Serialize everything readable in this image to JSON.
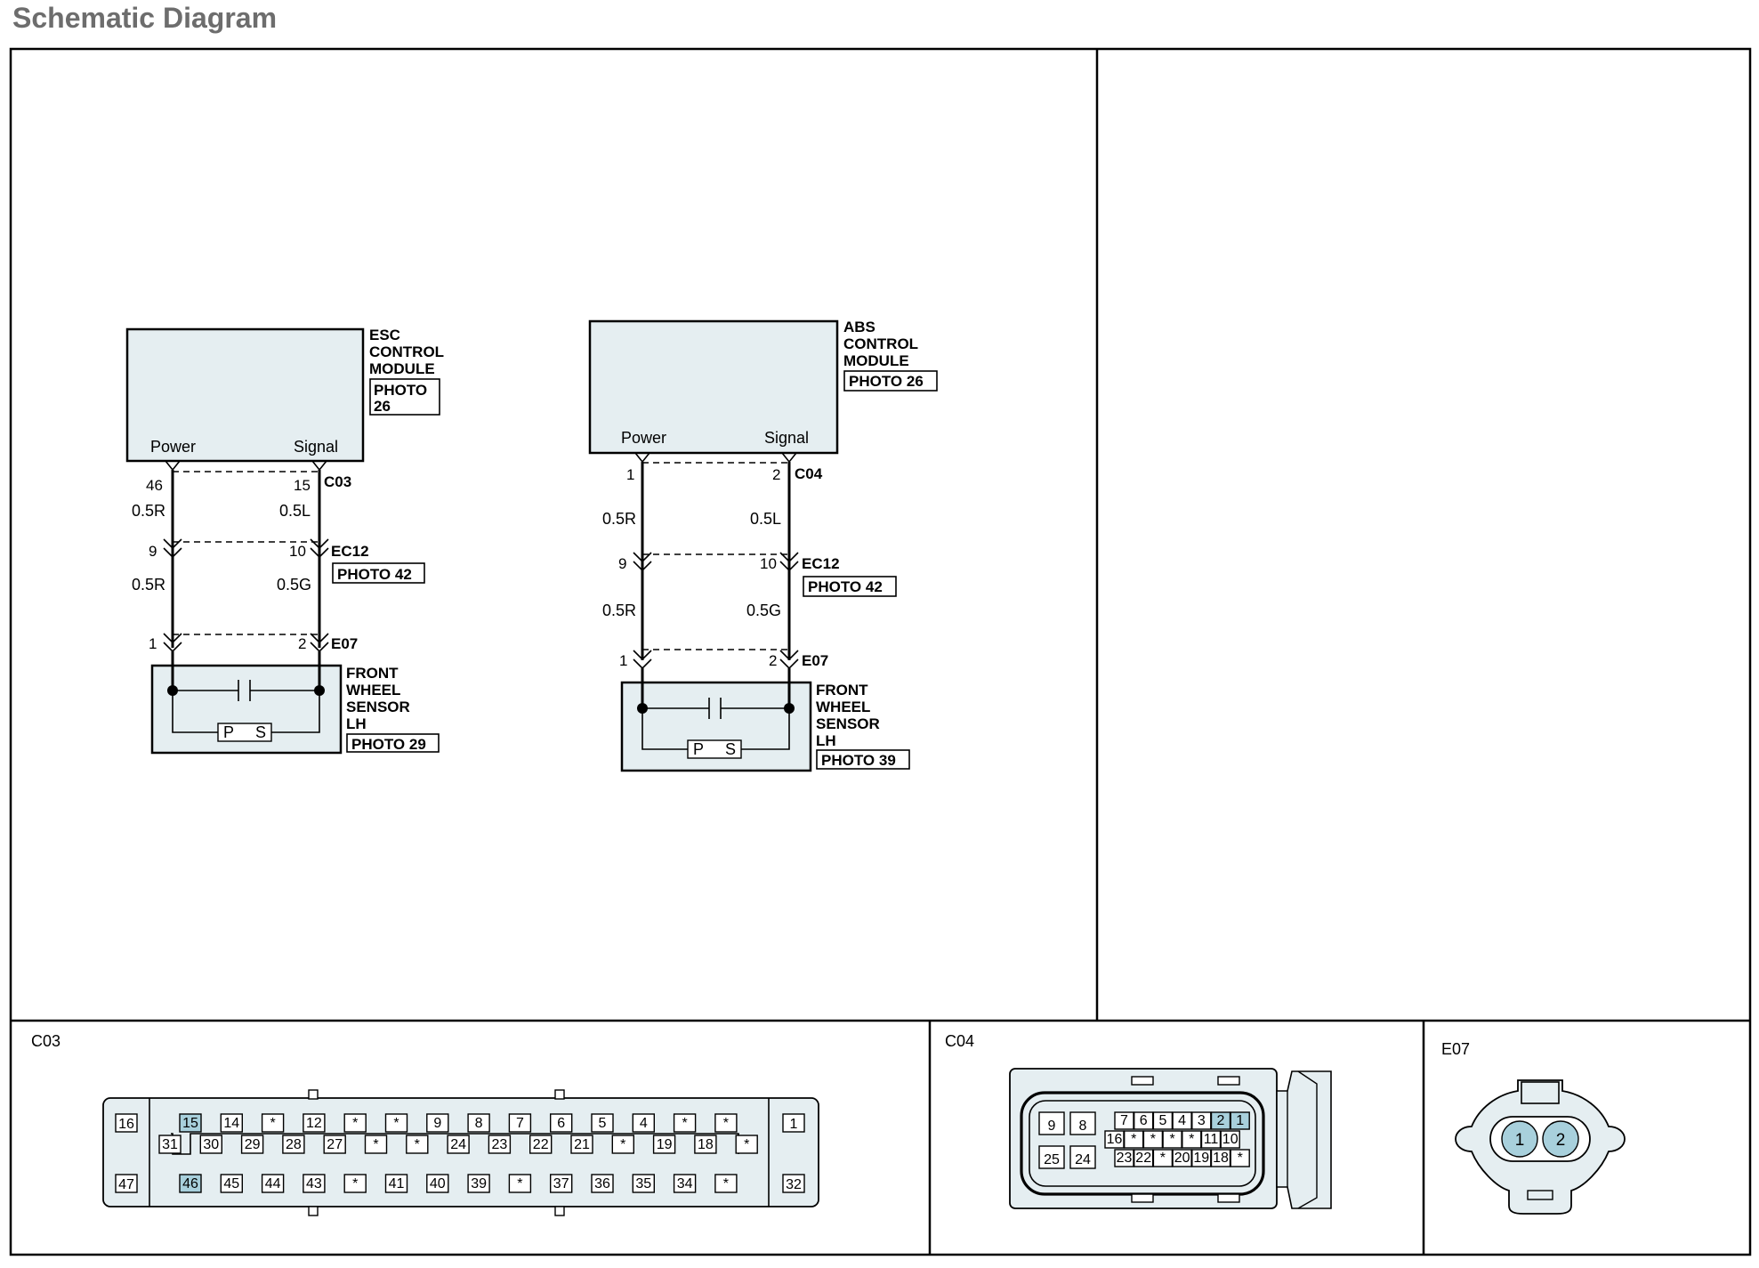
{
  "title": "Schematic Diagram",
  "colors": {
    "module_fill": "#e5eef1",
    "highlight": "#a8d0dc",
    "title_gray": "#6d6d6d"
  },
  "esc": {
    "module_name": [
      "ESC",
      "CONTROL",
      "MODULE"
    ],
    "module_photo": [
      "PHOTO",
      "26"
    ],
    "power_label": "Power",
    "signal_label": "Signal",
    "conn_top": "C03",
    "pin_top_left": "46",
    "pin_top_right": "15",
    "wire1_left": "0.5R",
    "wire1_right": "0.5L",
    "conn_mid": "EC12",
    "conn_mid_photo": "PHOTO 42",
    "pin_mid_left": "9",
    "pin_mid_right": "10",
    "wire2_left": "0.5R",
    "wire2_right": "0.5G",
    "conn_bot": "E07",
    "pin_bot_left": "1",
    "pin_bot_right": "2",
    "sensor_name": [
      "FRONT",
      "WHEEL",
      "SENSOR",
      "LH"
    ],
    "sensor_photo": "PHOTO 29",
    "ps_p": "P",
    "ps_s": "S"
  },
  "abs": {
    "module_name": [
      "ABS",
      "CONTROL",
      "MODULE"
    ],
    "module_photo": "PHOTO 26",
    "power_label": "Power",
    "signal_label": "Signal",
    "conn_top": "C04",
    "pin_top_left": "1",
    "pin_top_right": "2",
    "wire1_left": "0.5R",
    "wire1_right": "0.5L",
    "conn_mid": "EC12",
    "conn_mid_photo": "PHOTO 42",
    "pin_mid_left": "9",
    "pin_mid_right": "10",
    "wire2_left": "0.5R",
    "wire2_right": "0.5G",
    "conn_bot": "E07",
    "pin_bot_left": "1",
    "pin_bot_right": "2",
    "sensor_name": [
      "FRONT",
      "WHEEL",
      "SENSOR",
      "LH"
    ],
    "sensor_photo": "PHOTO 39",
    "ps_p": "P",
    "ps_s": "S"
  },
  "connectors": {
    "c03": {
      "name": "C03",
      "left_top": "16",
      "left_bottom": "47",
      "right_top": "1",
      "right_bottom": "32",
      "row_top": [
        "15",
        "14",
        "*",
        "12",
        "*",
        "*",
        "9",
        "8",
        "7",
        "6",
        "5",
        "4",
        "*",
        "*"
      ],
      "row_mid": [
        "31",
        "30",
        "29",
        "28",
        "27",
        "*",
        "*",
        "24",
        "23",
        "22",
        "21",
        "*",
        "19",
        "18",
        "*"
      ],
      "row_bottom": [
        "46",
        "45",
        "44",
        "43",
        "*",
        "41",
        "40",
        "39",
        "*",
        "37",
        "36",
        "35",
        "34",
        "*"
      ],
      "highlighted": [
        "15",
        "46"
      ]
    },
    "c04": {
      "name": "C04",
      "big_top": [
        "9",
        "8"
      ],
      "big_bottom": [
        "25",
        "24"
      ],
      "row1": [
        "7",
        "6",
        "5",
        "4",
        "3",
        "2",
        "1"
      ],
      "row2": [
        "16",
        "*",
        "*",
        "*",
        "*",
        "11",
        "10"
      ],
      "row3": [
        "23",
        "22",
        "*",
        "20",
        "19",
        "18",
        "*"
      ],
      "highlighted": [
        "2",
        "1"
      ]
    },
    "e07": {
      "name": "E07",
      "pins": [
        "1",
        "2"
      ]
    }
  }
}
